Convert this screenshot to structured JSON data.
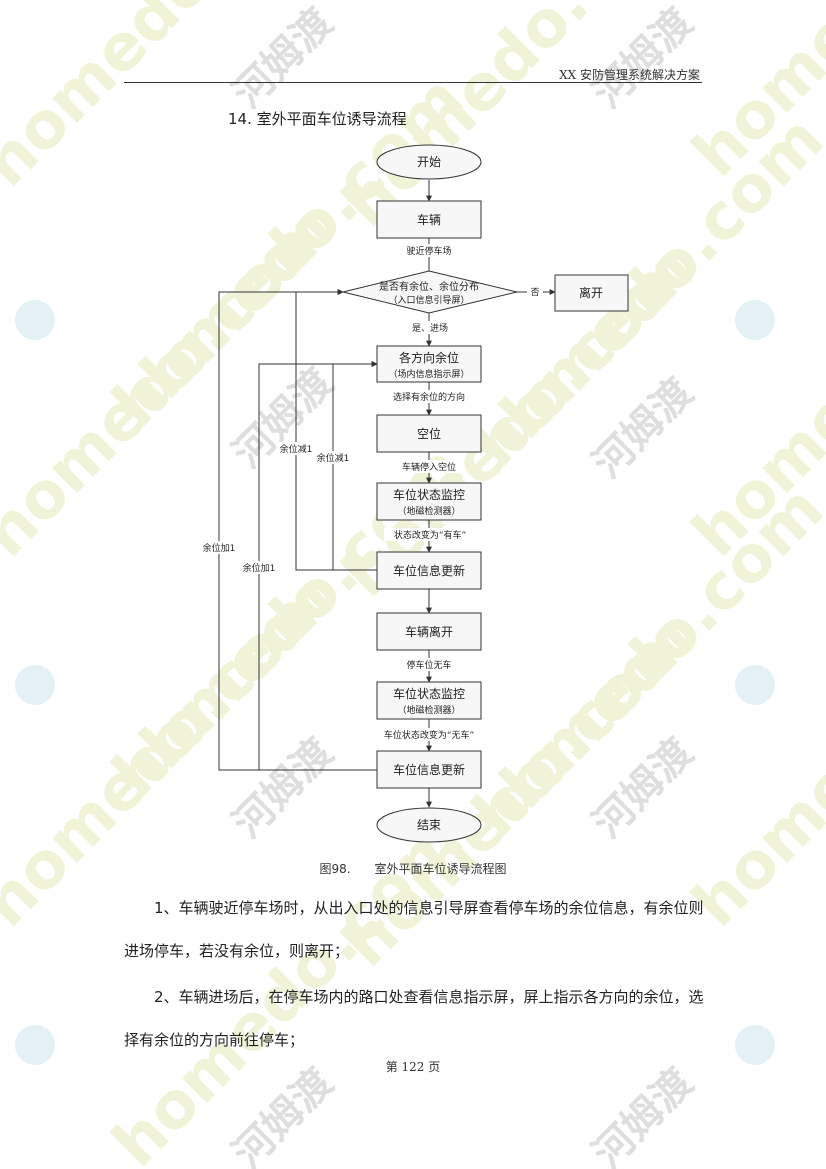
{
  "header": {
    "title": "XX 安防管理系统解决方案"
  },
  "section": {
    "title": "14. 室外平面车位诱导流程"
  },
  "flowchart": {
    "start": "开始",
    "vehicle": "车辆",
    "arrive_label": "驶近停车场",
    "decision_line1": "是否有余位、余位分布",
    "decision_line2": "（入口信息引导屏）",
    "no_label": "否",
    "leave_end": "离开",
    "yes_label": "是、进场",
    "direction_line1": "各方向余位",
    "direction_line2": "（场内信息指示屏）",
    "choose_label": "选择有余位的方向",
    "empty_space": "空位",
    "park_label": "车辆停入空位",
    "monitor1_line1": "车位状态监控",
    "monitor1_line2": "（地磁检测器）",
    "status_occupied_label": "状态改变为“有车”",
    "update1": "车位信息更新",
    "vehicle_leave": "车辆离开",
    "space_free_label": "停车位无车",
    "monitor2_line1": "车位状态监控",
    "monitor2_line2": "（地磁检测器）",
    "status_free_label": "车位状态改变为“无车”",
    "update2": "车位信息更新",
    "end": "结束",
    "minus1_a": "余位减1",
    "minus1_b": "余位减1",
    "plus1_a": "余位加1",
    "plus1_b": "余位加1"
  },
  "figure": {
    "number": "图98.",
    "caption": "室外平面车位诱导流程图"
  },
  "paragraphs": {
    "p1": "1、车辆驶近停车场时，从出入口处的信息引导屏查看停车场的余位信息，有余位则进场停车，若没有余位，则离开；",
    "p2": "2、车辆进场后，在停车场内的路口处查看信息指示屏，屏上指示各方向的余位，选择有余位的方向前往停车；"
  },
  "footer": {
    "page": "第 122 页"
  },
  "colors": {
    "watermark": "#f1f4dc",
    "watermark_text": "#c8c8c8",
    "box_fill": "#f7f7f7",
    "stroke": "#333333"
  }
}
